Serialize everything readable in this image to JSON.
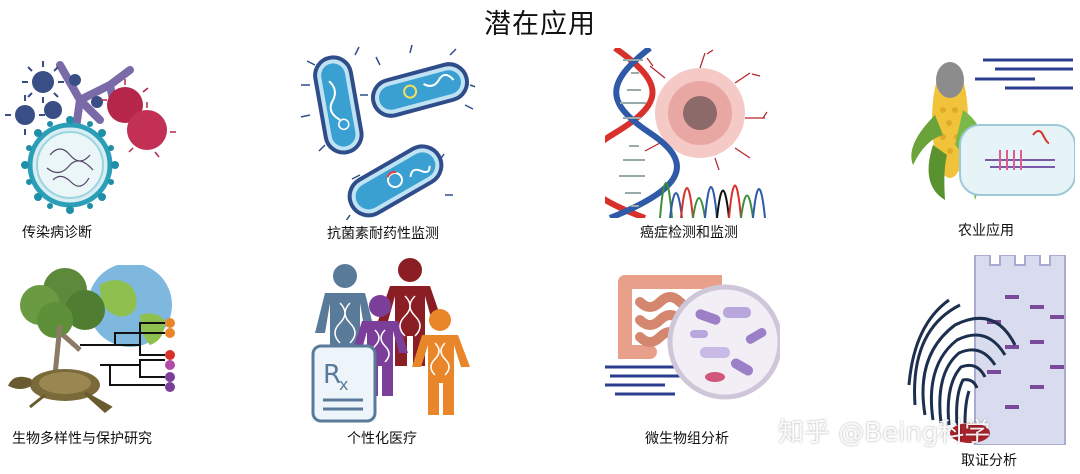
{
  "title": "潜在应用",
  "items": [
    {
      "label": "传染病诊断",
      "icon": "virus-bacteria-icon"
    },
    {
      "label": "抗菌素耐药性监测",
      "icon": "bacteria-icon"
    },
    {
      "label": "癌症检测和监测",
      "icon": "dna-tumor-icon"
    },
    {
      "label": "农业应用",
      "icon": "corn-icon"
    },
    {
      "label": "生物多样性与保护研究",
      "icon": "tree-globe-turtle-icon"
    },
    {
      "label": "个性化医疗",
      "icon": "people-prescription-icon"
    },
    {
      "label": "微生物组分析",
      "icon": "gut-microbes-icon"
    },
    {
      "label": "取证分析",
      "icon": "fingerprint-gel-icon"
    }
  ],
  "watermark": "知乎 @Being科学",
  "colors": {
    "accent_blue": "#2f6db3",
    "virus_magenta": "#b5264a",
    "dna_red": "#d8302a",
    "dna_blue": "#2e5aa8",
    "corn_yellow": "#f0c33a",
    "leaf_green": "#6aa33a",
    "orange": "#e9862a",
    "purple": "#7b3f9a"
  }
}
